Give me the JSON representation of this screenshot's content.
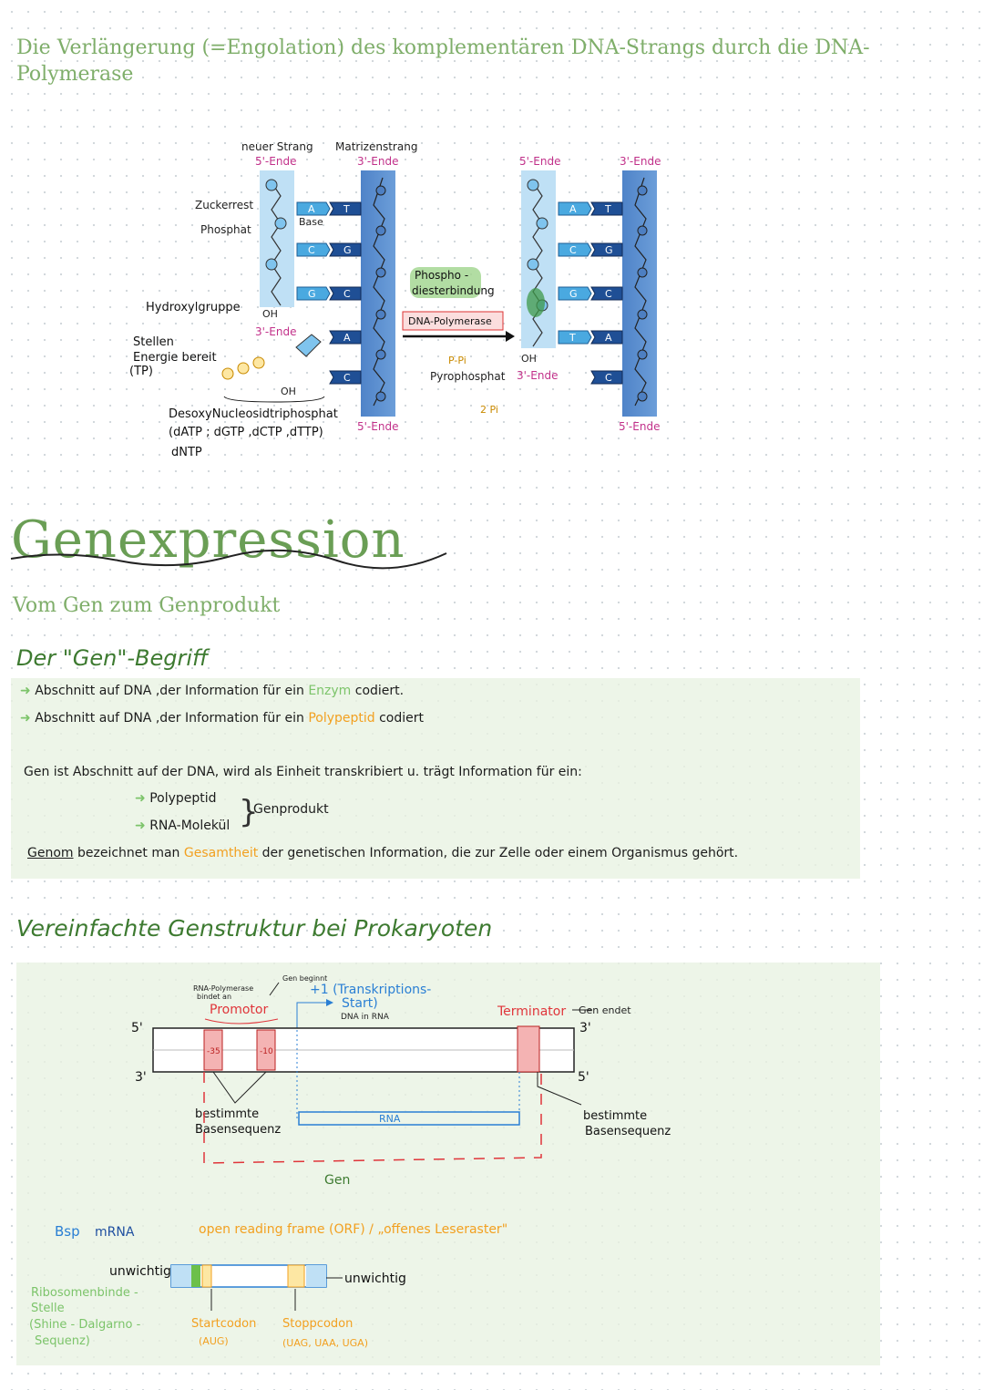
{
  "header": {
    "title": "Die Verlängerung (=Engolation) des komplementären DNA-Strangs durch die DNA-Polymerase"
  },
  "diagram1": {
    "neuer_strang": "neuer Strang",
    "matrizenstrang": "Matrizenstrang",
    "five_end": "5'-Ende",
    "three_end": "3'-Ende",
    "zuckerrest": "Zuckerrest",
    "phosphat": "Phosphat",
    "base": "Base",
    "hydroxylgruppe": "Hydroxylgruppe",
    "oh": "OH",
    "stellen_energie": [
      "Stellen",
      "Energie bereit",
      "(TP)"
    ],
    "dntp_line1": "DesoxyNucleosidtriphosphat",
    "dntp_line2": "(dATP ; dGTP ,dCTP ,dTTP)",
    "dntp_line3": "dNTP",
    "phospho": [
      "Phospho -",
      "diesterbindung"
    ],
    "polymerase": "DNA-Polymerase",
    "pyrophosphat": "Pyrophosphat",
    "ppi": "P-Pi",
    "two_pi": "2 Pi",
    "bases_left": [
      [
        "A",
        "T"
      ],
      [
        "C",
        "G"
      ],
      [
        "G",
        "C"
      ]
    ],
    "bases_extra": [
      "A",
      "C"
    ],
    "bases_right": [
      [
        "A",
        "T"
      ],
      [
        "C",
        "G"
      ],
      [
        "G",
        "C"
      ],
      [
        "T",
        "A"
      ]
    ],
    "extra_c": "C"
  },
  "genexpression": {
    "title": "Genexpression",
    "subtitle": "Vom Gen zum Genprodukt",
    "heading": "Der \"Gen\"-Begriff",
    "bullet1": [
      "Abschnitt auf DNA ,der Information für ein ",
      "Enzym",
      " codiert."
    ],
    "bullet2": [
      "Abschnitt auf DNA ,der Information für ein ",
      "Polypeptid",
      " codiert"
    ],
    "definition": "Gen ist Abschnitt auf der DNA, wird als Einheit transkribiert u. trägt Information für ein:",
    "products": [
      "Polypeptid",
      "RNA-Molekül"
    ],
    "genprodukt": "Genprodukt",
    "genom": [
      "Genom",
      " bezeichnet man ",
      "Gesamtheit",
      " der genetischen Information, die zur Zelle oder einem Organismus gehört."
    ]
  },
  "genstruktur": {
    "heading": "Vereinfachte Genstruktur bei Prokaryoten",
    "rna_pol": [
      "RNA-Polymerase",
      "bindet an"
    ],
    "gen_beginnt": "Gen beginnt",
    "promotor": "Promotor",
    "start": [
      "+1 (Transkriptions-",
      "Start)"
    ],
    "dna_in_rna": "DNA in RNA",
    "terminator": "Terminator",
    "gen_endet": "Gen endet",
    "five": "5'",
    "three": "3'",
    "box35": "-35",
    "box10": "-10",
    "bestimmte": [
      "bestimmte",
      "Basensequenz"
    ],
    "rna": "RNA",
    "gen": "Gen"
  },
  "mrna": {
    "bsp": "Bsp",
    "mrna": "mRNA",
    "orf": "open reading frame (ORF) / „offenes Leseraster\"",
    "unwichtig": "unwichtig",
    "ribosomen": [
      "Ribosomenbinde -",
      "Stelle",
      "(Shine - Dalgarno -",
      "Sequenz)"
    ],
    "startcodon": [
      "Startcodon",
      "(AUG)"
    ],
    "stoppcodon": [
      "Stoppcodon",
      "(UAG, UAA, UGA)"
    ]
  },
  "colors": {
    "green_title": "#7fae6a",
    "dark_green": "#3d7a30",
    "red": "#e0353a",
    "orange": "#f2a020",
    "blue": "#2a7fd4",
    "strand_blue": "#5b8fd0",
    "light_blue": "#bfe0f5"
  }
}
